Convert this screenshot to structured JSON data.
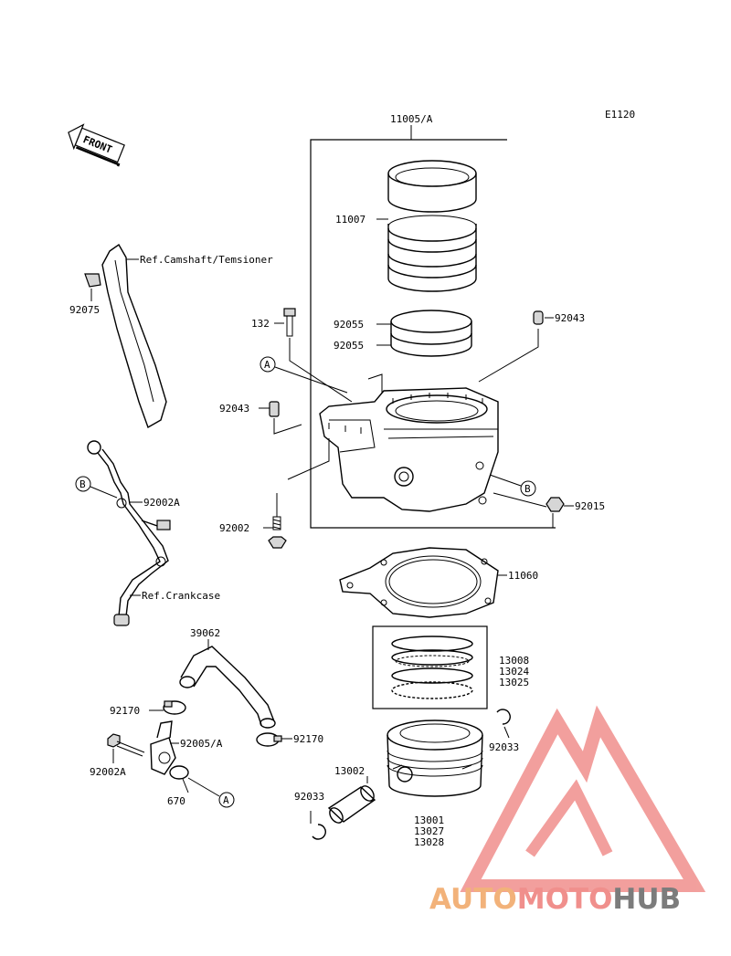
{
  "diagram_code": "E1120",
  "front_label": "FRONT",
  "ref_labels": {
    "camshaft": "Ref.Camshaft/Temsioner",
    "crankcase": "Ref.Crankcase"
  },
  "callouts": {
    "A": "A",
    "B": "B"
  },
  "part_numbers": {
    "cylinder_assy": "11005/A",
    "cylinder_liner": "11007",
    "dowel_top": "92043",
    "bolt_132": "132",
    "oring_upper": "92055",
    "oring_lower": "92055",
    "dowel_left": "92043",
    "stud_92002": "92002",
    "nut_92015": "92015",
    "guide_92075": "92075",
    "bolt_92002a_top": "92002A",
    "gasket": "11060",
    "ring_set_1": "13008",
    "ring_set_2": "13024",
    "ring_set_3": "13025",
    "hose": "39062",
    "clamp_left": "92170",
    "clamp_right": "92170",
    "fitting": "92005/A",
    "bolt_92002a_bottom": "92002A",
    "oring_670": "670",
    "snap_ring_right": "92033",
    "pin": "13002",
    "snap_ring_left": "92033",
    "piston_1": "13001",
    "piston_2": "13027",
    "piston_3": "13028"
  },
  "watermark": {
    "part1": "AUTO",
    "part2": "MOTO",
    "part3": "HUB",
    "color1": "#f2b27a",
    "color2": "#f08f8c",
    "color3": "#7c7c7c",
    "logo_color": "#f08f8c"
  }
}
